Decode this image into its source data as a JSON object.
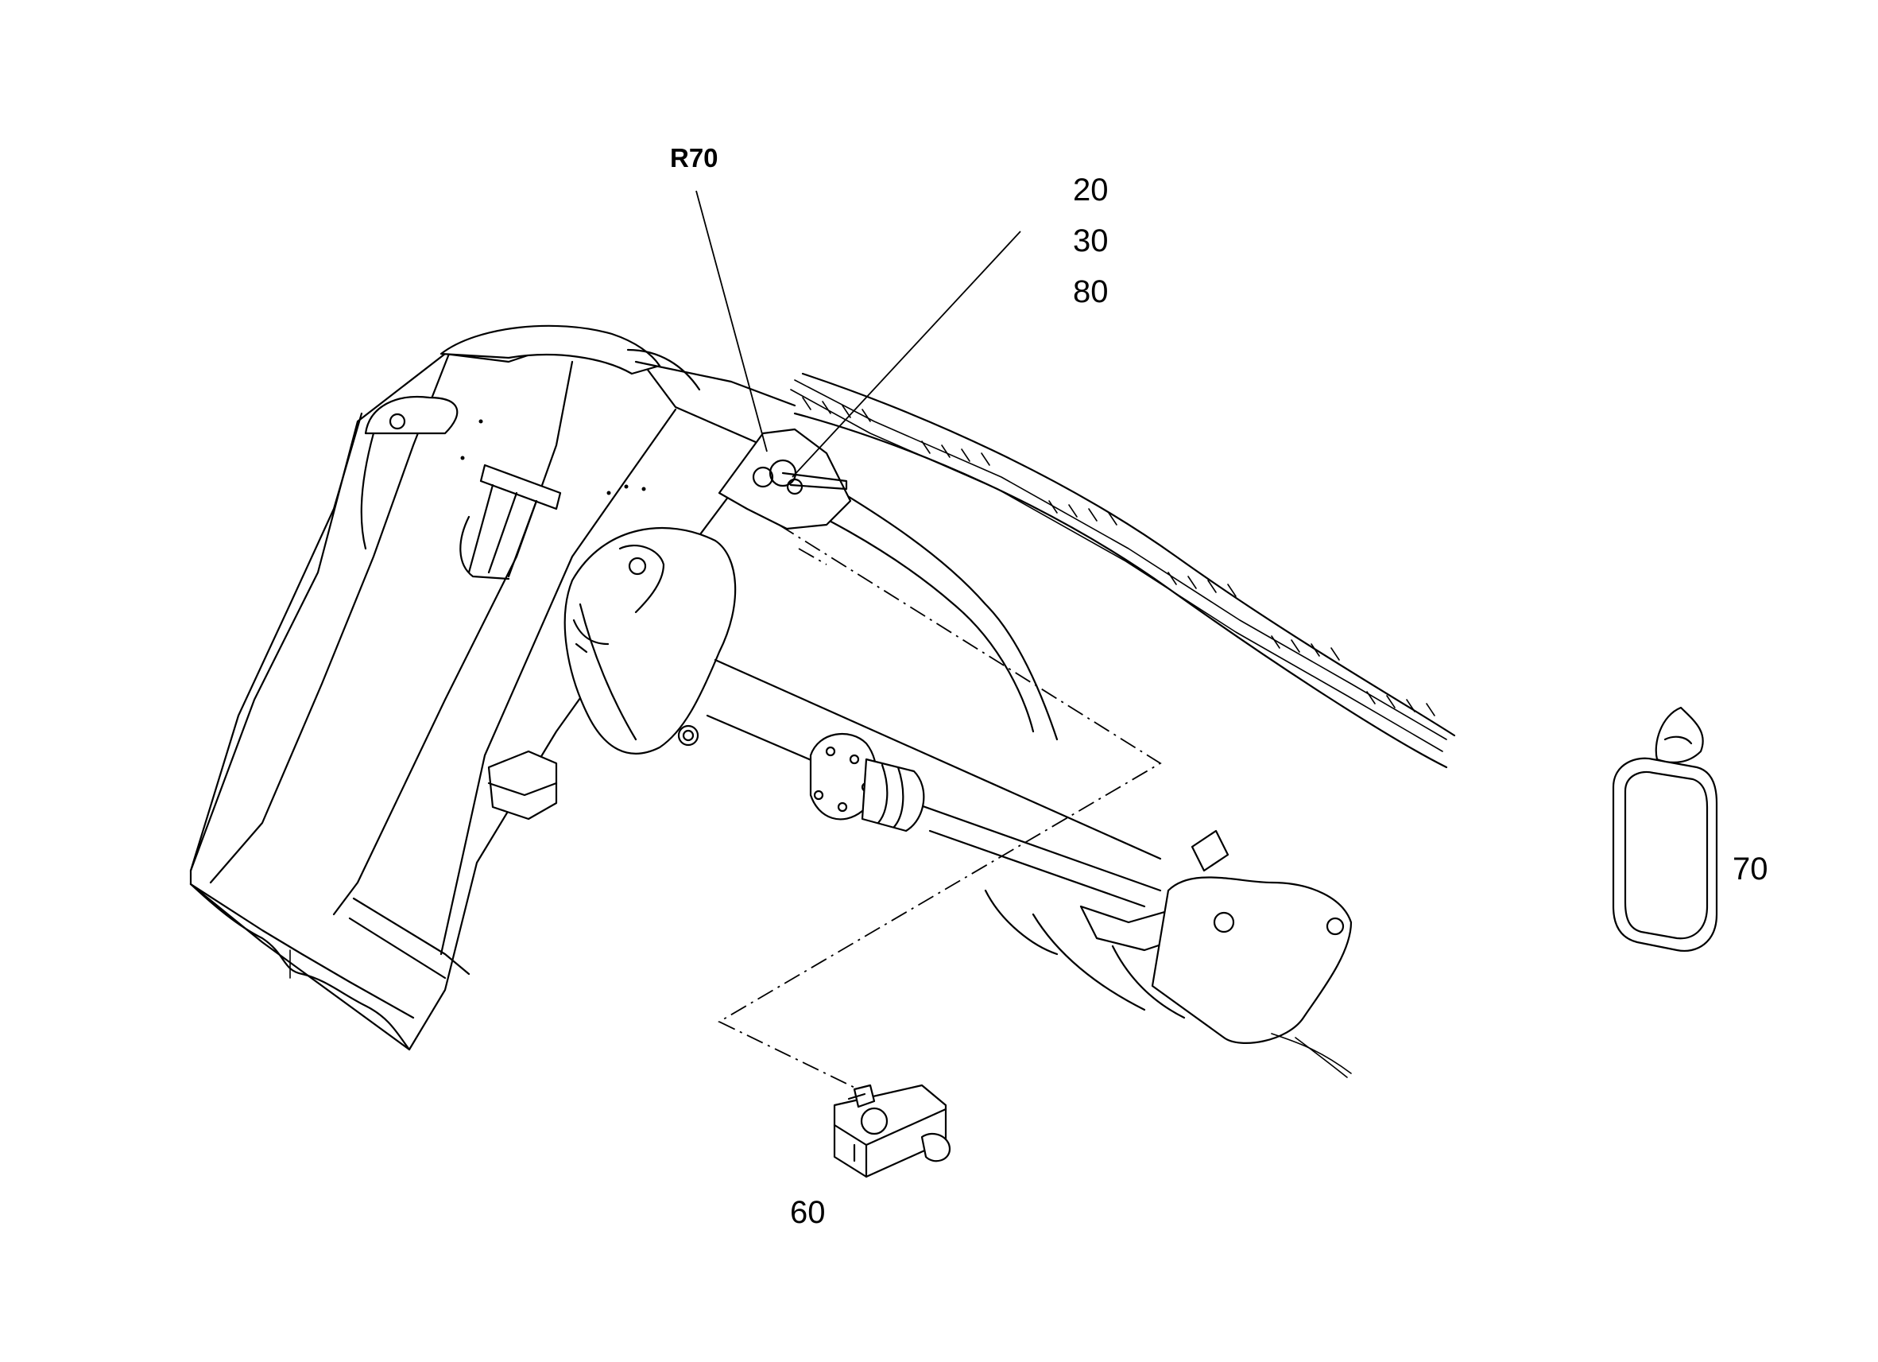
{
  "callouts": {
    "r70": "R70",
    "c20": "20",
    "c30": "30",
    "c80": "80",
    "c70": "70",
    "c60": "60"
  }
}
